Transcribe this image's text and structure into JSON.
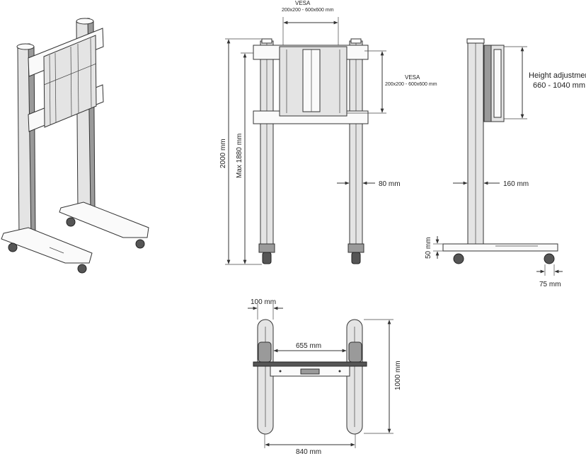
{
  "front_view": {
    "vesa_top_title": "VESA",
    "vesa_top_size": "200x200 - 600x600 mm",
    "vesa_side_title": "VESA",
    "vesa_side_size": "200x200 - 600x600 mm",
    "total_height": "2000 mm",
    "max_height": "Max 1880 mm",
    "column_width": "80 mm"
  },
  "side_view": {
    "height_adjust_title": "Height adjustment",
    "height_adjust_range": "660 - 1040 mm",
    "depth": "160 mm",
    "base_height": "50 mm",
    "wheel_width": "75 mm"
  },
  "top_view": {
    "foot_width": "100 mm",
    "inner_spacing": "655 mm",
    "length": "1000 mm",
    "outer_width": "840 mm"
  }
}
